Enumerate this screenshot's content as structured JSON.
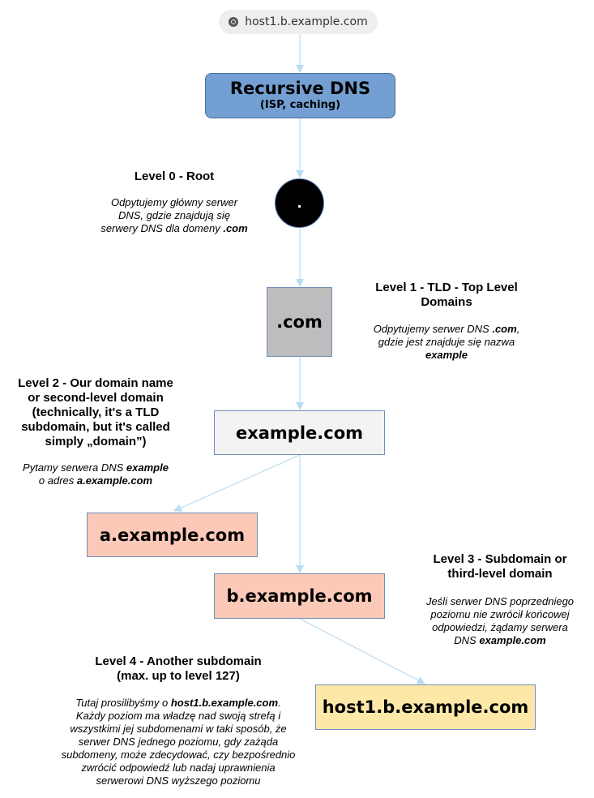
{
  "url_bar": {
    "text": "host1.b.example.com",
    "icon": "globe-icon"
  },
  "nodes": {
    "recursive": {
      "title": "Recursive DNS",
      "subtitle": "(ISP, caching)"
    },
    "root": {
      "label": "."
    },
    "com": {
      "label": ".com"
    },
    "example": {
      "label": "example.com"
    },
    "a_example": {
      "label": "a.example.com"
    },
    "b_example": {
      "label": "b.example.com"
    },
    "host1": {
      "label": "host1.b.example.com"
    }
  },
  "levels": {
    "level0": {
      "heading": "Level 0 - Root",
      "desc_1": "Odpytujemy główny serwer",
      "desc_2": "DNS, gdzie znajdują się",
      "desc_3": "serwery DNS dla domeny ",
      "desc_bold": ".com"
    },
    "level1": {
      "heading_1": "Level 1 - TLD - Top Level",
      "heading_2": "Domains",
      "desc_1a": "Odpytujemy serwer DNS ",
      "desc_1b": ".com",
      "desc_1c": ",",
      "desc_2": "gdzie jest znajduje się nazwa",
      "desc_3": "example"
    },
    "level2": {
      "heading_1": "Level 2 - Our domain name",
      "heading_2": "or second-level domain",
      "heading_3": "(technically, it's a TLD",
      "heading_4": "subdomain, but it's called",
      "heading_5": "simply „domain”)",
      "desc_1a": "Pytamy serwera DNS ",
      "desc_1b": "example",
      "desc_2a": "o adres ",
      "desc_2b": "a.example.com"
    },
    "level3": {
      "heading_1": "Level 3 - Subdomain or",
      "heading_2": "third-level domain",
      "desc_1": "Jeśli serwer DNS poprzedniego",
      "desc_2": "poziomu nie zwrócił końcowej",
      "desc_3": "odpowiedzi, żądamy serwera",
      "desc_4a": "DNS ",
      "desc_4b": "example.com"
    },
    "level4": {
      "heading_1": "Level 4 - Another subdomain",
      "heading_2": "(max. up to level 127)",
      "desc_1a": "Tutaj prosilibyśmy o ",
      "desc_1b": "host1.b.example.com",
      "desc_1c": ".",
      "desc_2": "Każdy poziom ma władzę nad swoją strefą i",
      "desc_3": "wszystkimi jej subdomenami w taki sposób, że",
      "desc_4": "serwer DNS jednego poziomu, gdy zażąda",
      "desc_5": "subdomeny, może zdecydować, czy bezpośrednio",
      "desc_6": "zwrócić odpowiedź lub nadaj uprawnienia",
      "desc_7": "serwerowi DNS wyższego poziomu"
    }
  },
  "colors": {
    "arrow": "#b7dcf3",
    "recursive_fill": "#739fd2",
    "com_fill": "#bdbdbd",
    "example_fill": "#f3f3f3",
    "subdomain_fill": "#fcc9b8",
    "host_fill": "#fde8a8"
  }
}
